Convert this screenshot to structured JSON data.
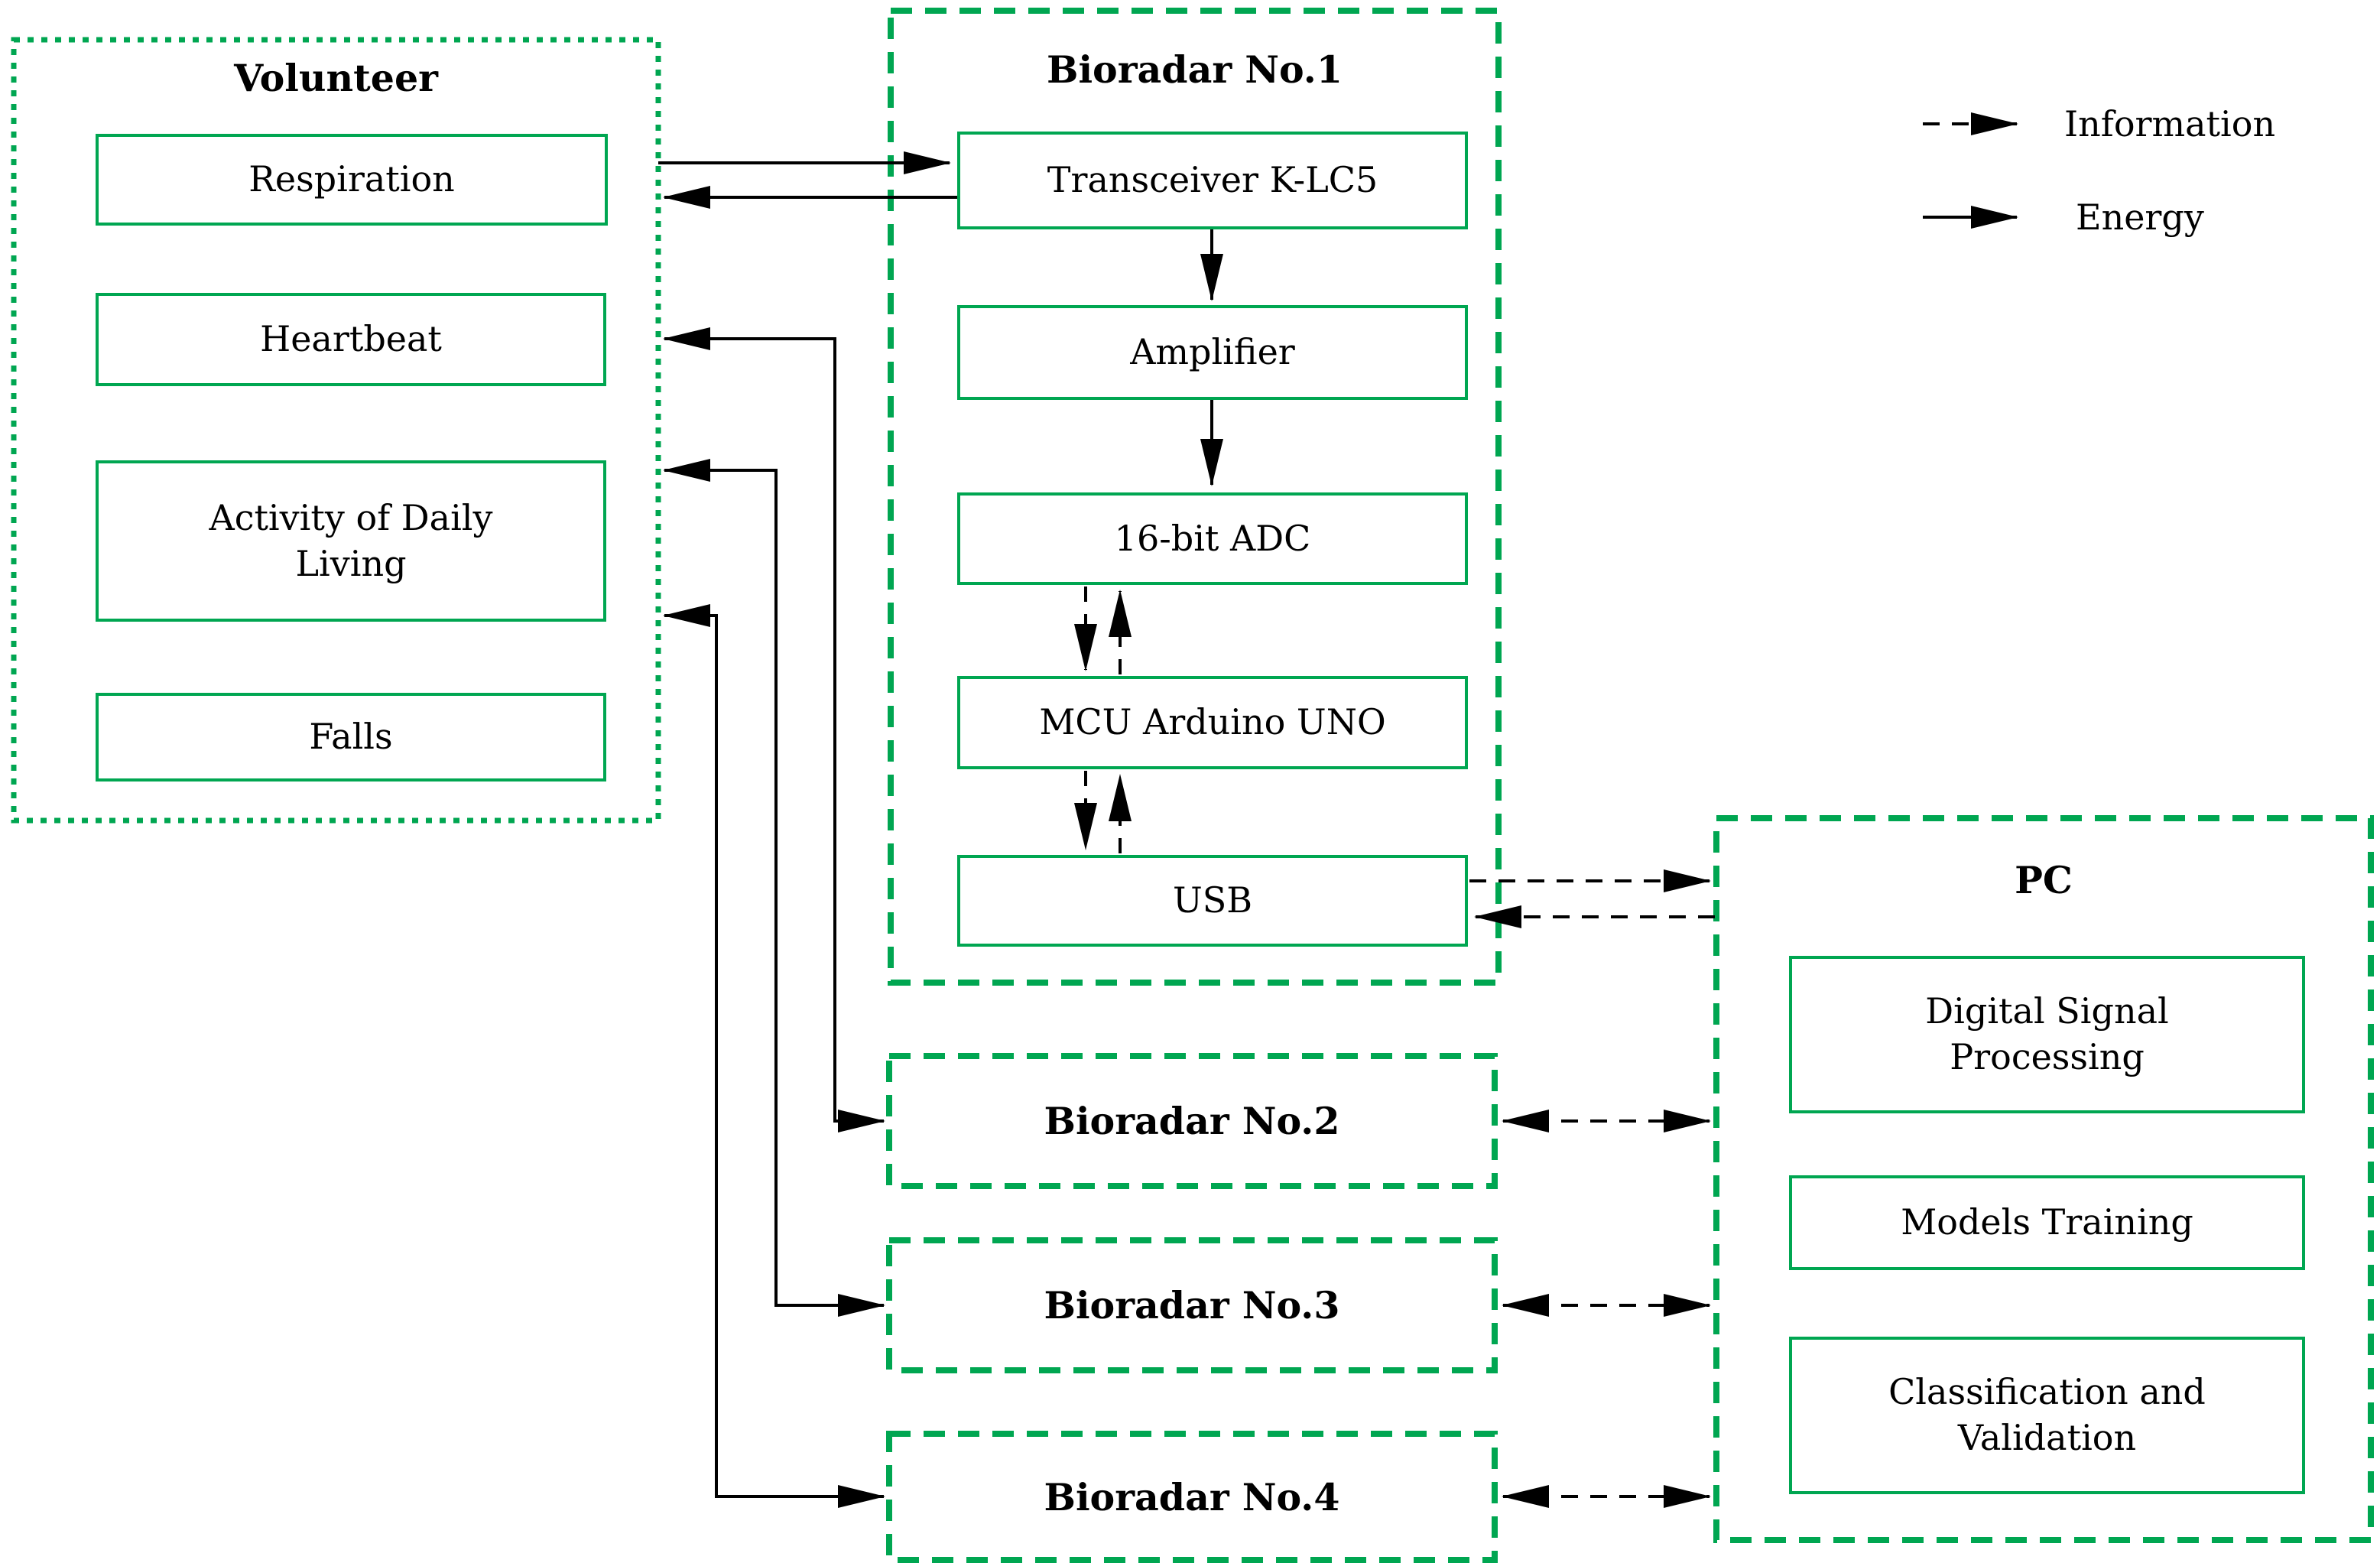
{
  "diagram_type": "system-block-diagram",
  "palette": {
    "group_border_green": "#00A651",
    "connector_black": "#000000",
    "text_color": "#000000",
    "background": "#ffffff"
  },
  "legend": {
    "items": [
      {
        "label": "Information",
        "line_style": "dashed-arrow"
      },
      {
        "label": "Energy",
        "line_style": "solid-arrow"
      }
    ]
  },
  "groups": {
    "volunteer": {
      "title": "Volunteer",
      "border_style": "dotted",
      "items": [
        "Respiration",
        "Heartbeat",
        "Activity of Daily Living",
        "Falls"
      ]
    },
    "bioradar1": {
      "title": "Bioradar No.1",
      "border_style": "dashed",
      "items": [
        "Transceiver K-LC5",
        "Amplifier",
        "16-bit ADC",
        "MCU Arduino UNO",
        "USB"
      ]
    },
    "bioradar2": {
      "title": "Bioradar No.2",
      "border_style": "dashed",
      "items": []
    },
    "bioradar3": {
      "title": "Bioradar No.3",
      "border_style": "dashed",
      "items": []
    },
    "bioradar4": {
      "title": "Bioradar No.4",
      "border_style": "dashed",
      "items": []
    },
    "pc": {
      "title": "PC",
      "border_style": "dashed",
      "items": [
        "Digital Signal Processing",
        "Models Training",
        "Classification and Validation"
      ]
    }
  },
  "connections": [
    {
      "from": "Respiration",
      "to": "Transceiver K-LC5",
      "type": "energy",
      "direction": "both",
      "style": "two solid lines with opposite arrows"
    },
    {
      "from": "Transceiver K-LC5",
      "to": "Amplifier",
      "type": "energy",
      "direction": "down"
    },
    {
      "from": "Amplifier",
      "to": "16-bit ADC",
      "type": "energy",
      "direction": "down"
    },
    {
      "from": "16-bit ADC",
      "to": "MCU Arduino UNO",
      "type": "information",
      "direction": "both",
      "style": "two dashed lines with opposite arrows"
    },
    {
      "from": "MCU Arduino UNO",
      "to": "USB",
      "type": "information",
      "direction": "both",
      "style": "two dashed lines with opposite arrows"
    },
    {
      "from": "USB",
      "to": "PC",
      "type": "information",
      "direction": "both",
      "style": "two dashed lines with opposite arrows"
    },
    {
      "from": "Heartbeat",
      "to": "Bioradar No.2",
      "type": "energy",
      "direction": "both"
    },
    {
      "from": "Activity of Daily Living",
      "to": "Bioradar No.3",
      "type": "energy",
      "direction": "both"
    },
    {
      "from": "Falls",
      "to": "Bioradar No.4",
      "type": "energy",
      "direction": "both"
    },
    {
      "from": "Bioradar No.2",
      "to": "PC",
      "type": "information",
      "direction": "both"
    },
    {
      "from": "Bioradar No.3",
      "to": "PC",
      "type": "information",
      "direction": "both"
    },
    {
      "from": "Bioradar No.4",
      "to": "PC",
      "type": "information",
      "direction": "both"
    }
  ]
}
